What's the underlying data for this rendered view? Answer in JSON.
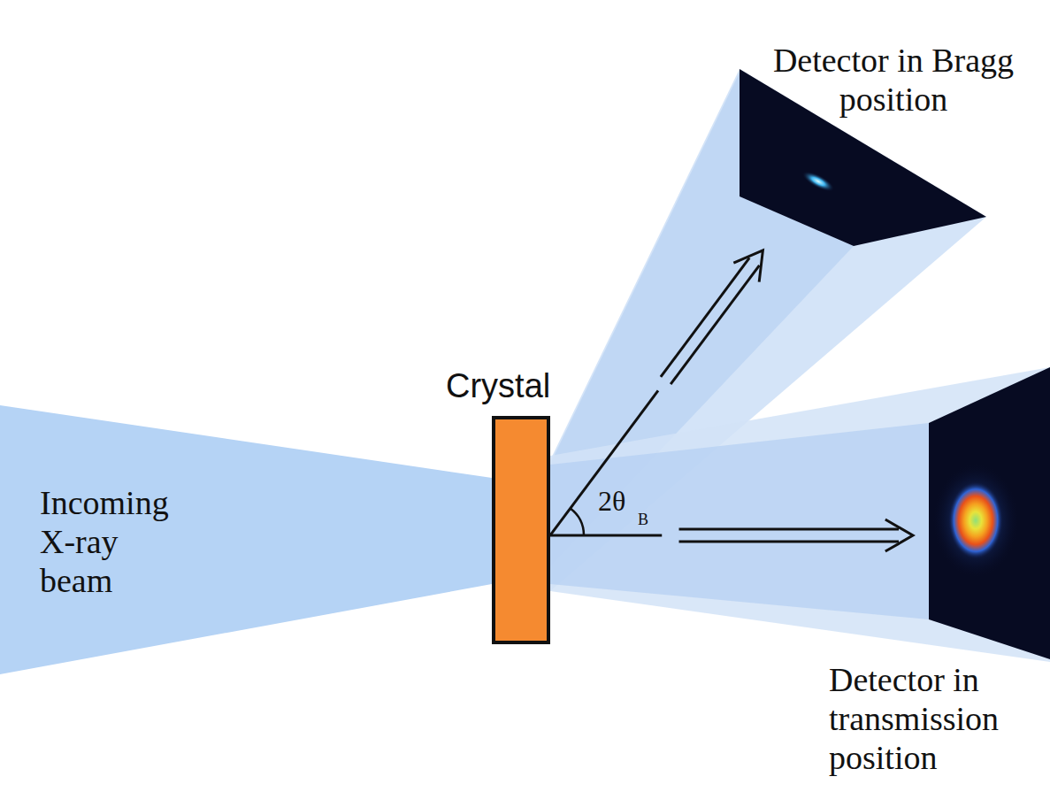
{
  "diagram": {
    "nodes": [
      {
        "text": [
          "Detector in Bragg position"
        ]
      },
      {
        "text": [
          "Crystal"
        ]
      },
      {
        "text": [
          "Detector in transmission position"
        ]
      }
    ],
    "edges": [
      {
        "from": 1,
        "to": 0,
        "arrow": "to"
      },
      {
        "from": 1,
        "to": 2,
        "arrow": "to"
      }
    ],
    "labels": [
      "Incoming X-ray beam",
      "2θ",
      "B"
    ]
  }
}
